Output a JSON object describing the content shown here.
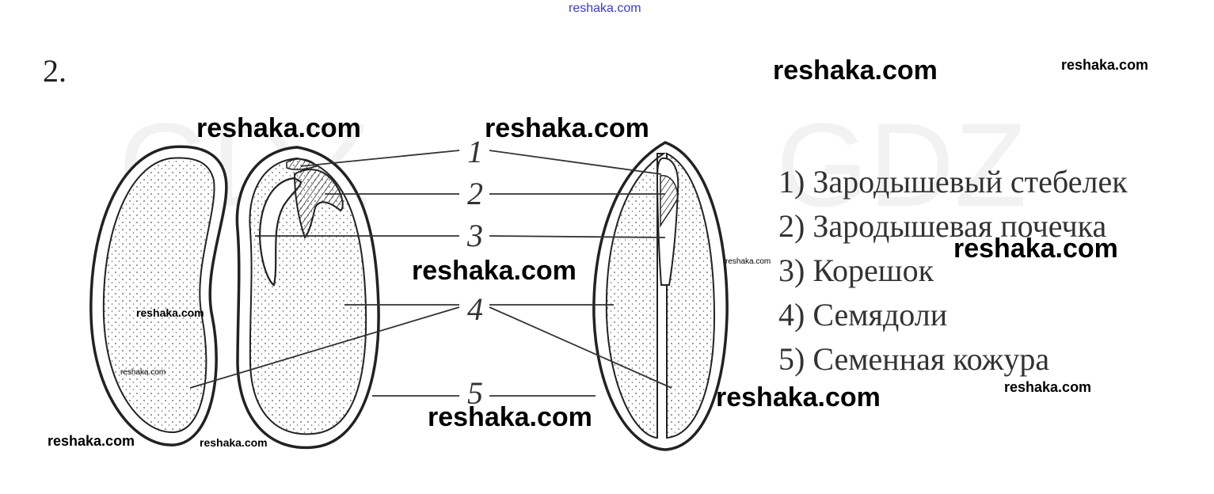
{
  "task": {
    "number": "2."
  },
  "legend": {
    "items": [
      "1) Зародышевый стебелек",
      "2) Зародышевая почечка",
      "3) Корешок",
      "4) Семядоли",
      "5) Семенная кожура"
    ]
  },
  "diagram": {
    "labels": [
      "1",
      "2",
      "3",
      "4",
      "5"
    ]
  },
  "watermarks": {
    "top": "reshaka.com",
    "w1": "reshaka.com",
    "w2": "reshaka.com",
    "w3": "reshaka.com",
    "w4": "reshaka.com",
    "w5": "reshaka.com",
    "w6": "reshaka.com",
    "w7": "reshaka.com",
    "w8": "reshaka.com",
    "w9": "reshaka.com",
    "w10": "reshaka.com",
    "w11": "reshaka.com",
    "w12": "reshaka.com",
    "w13": "reshaka.com"
  }
}
